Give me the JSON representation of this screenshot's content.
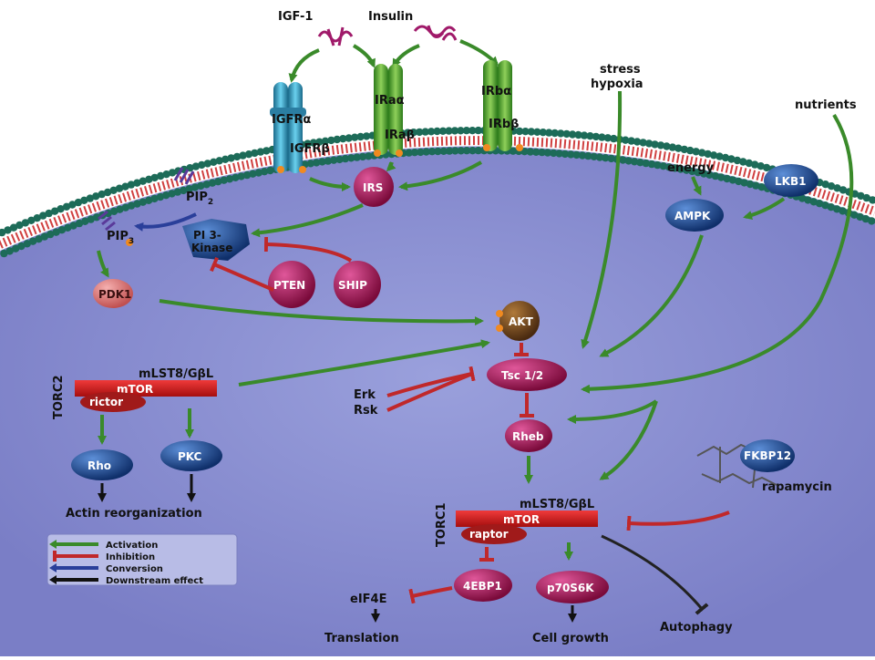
{
  "ligands": {
    "igf1": "IGF-1",
    "insulin": "Insulin"
  },
  "inputs": {
    "stress": "stress",
    "hypoxia": "hypoxia",
    "nutrients": "nutrients",
    "energy": "energy"
  },
  "receptors": {
    "igfr_alpha": "IGFRα",
    "igfr_beta": "IGFRβ",
    "ira_alpha": "IRaα",
    "ira_beta": "IRaβ",
    "irb_alpha": "IRbα",
    "irb_beta": "IRbβ"
  },
  "nodes": {
    "irs": "IRS",
    "pip2": "PIP",
    "pip2_sub": "2",
    "pip3": "PIP",
    "pip3_sub": "3",
    "pi3k_line1": "PI 3-",
    "pi3k_line2": "Kinase",
    "pten": "PTEN",
    "ship": "SHIP",
    "pdk1": "PDK1",
    "akt": "AKT",
    "lkb1": "LKB1",
    "ampk": "AMPK",
    "tsc": "Tsc 1/2",
    "rheb": "Rheb",
    "erk": "Erk",
    "rsk": "Rsk",
    "fkbp12": "FKBP12",
    "rapamycin": "rapamycin",
    "rho": "Rho",
    "pkc": "PKC",
    "eif4e": "eIF4E",
    "fourebp1": "4EBP1",
    "p70s6k": "p70S6K"
  },
  "torc2": {
    "label": "TORC2",
    "mlst8": "mLST8/GβL",
    "mtor": "mTOR",
    "partner": "rictor"
  },
  "torc1": {
    "label": "TORC1",
    "mlst8": "mLST8/GβL",
    "mtor": "mTOR",
    "partner": "raptor"
  },
  "outcomes": {
    "actin": "Actin reorganization",
    "translation": "Translation",
    "growth": "Cell growth",
    "autophagy": "Autophagy"
  },
  "legend": [
    {
      "label": "Activation",
      "color": "#3a8a2a",
      "kind": "arrow"
    },
    {
      "label": "Inhibition",
      "color": "#c0282a",
      "kind": "tbar"
    },
    {
      "label": "Conversion",
      "color": "#2a3f9a",
      "kind": "arrow"
    },
    {
      "label": "Downstream effect",
      "color": "#111111",
      "kind": "arrow"
    }
  ],
  "colors": {
    "cytoplasm": "#8a8ed0",
    "membrane_bead": "#1d6b58",
    "activation": "#3a8a2a",
    "inhibition": "#c0282a",
    "conversion": "#2a3f9a",
    "mtor": "#d81e1e",
    "node_magenta": "#a0124f",
    "node_blue": "#1f4f9a"
  }
}
